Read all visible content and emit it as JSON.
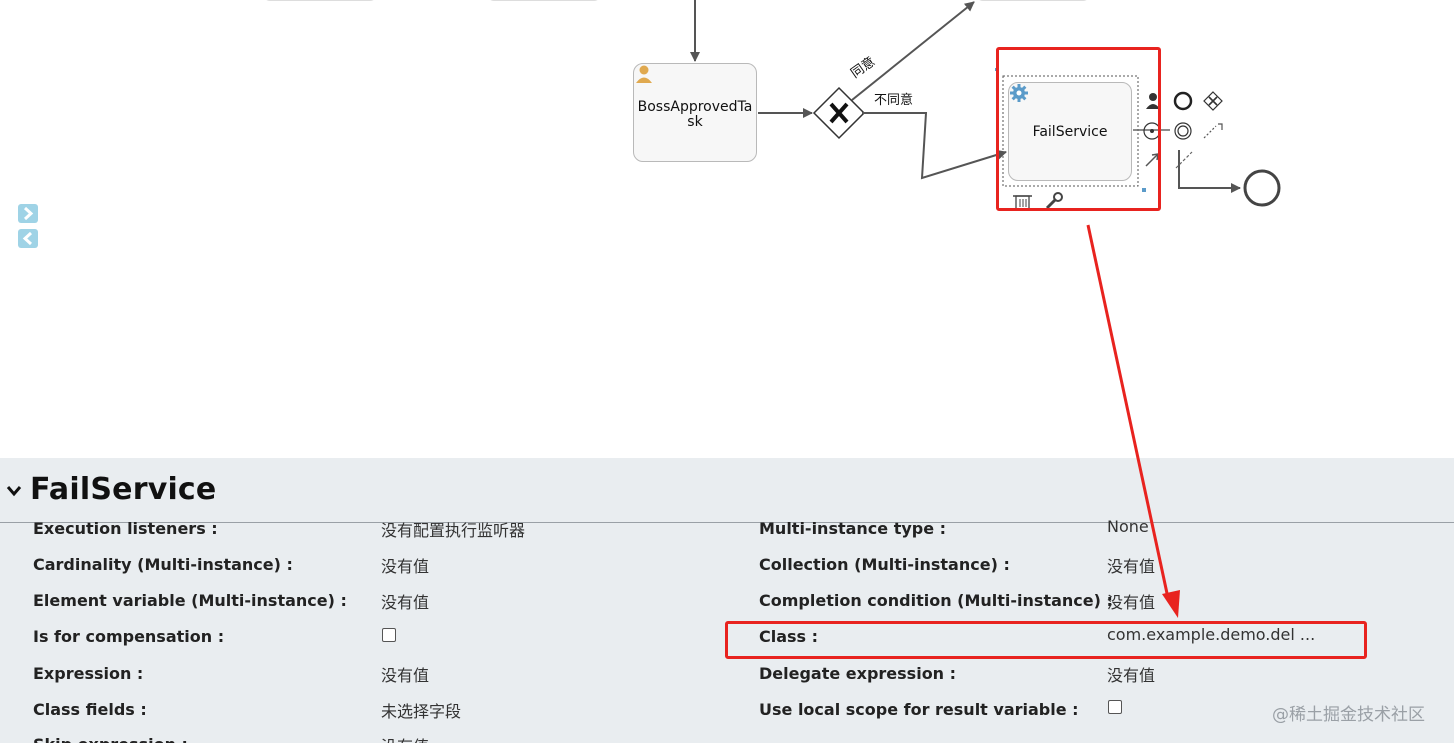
{
  "diagram": {
    "boss_task_label": "BossApprovedTask",
    "fail_task_label": "FailService",
    "flow_agree_label": "同意",
    "flow_disagree_label": "不同意"
  },
  "properties": {
    "title": "FailService",
    "left": [
      {
        "label": "Execution listeners :",
        "value": "没有配置执行监听器"
      },
      {
        "label": "Cardinality (Multi-instance) :",
        "value": "没有值"
      },
      {
        "label": "Element variable (Multi-instance) :",
        "value": "没有值"
      },
      {
        "label": "Is for compensation :",
        "value": "",
        "checkbox": true
      },
      {
        "label": "Expression :",
        "value": "没有值"
      },
      {
        "label": "Class fields :",
        "value": "未选择字段"
      },
      {
        "label": "Skip expression :",
        "value": "没有值"
      }
    ],
    "right": [
      {
        "label": "Multi-instance type :",
        "value": "None"
      },
      {
        "label": "Collection (Multi-instance) :",
        "value": "没有值"
      },
      {
        "label": "Completion condition (Multi-instance) :",
        "value": "没有值"
      },
      {
        "label": "Class :",
        "value": "com.example.demo.del ..."
      },
      {
        "label": "Delegate expression :",
        "value": "没有值"
      },
      {
        "label": "Use local scope for result variable :",
        "value": "",
        "checkbox": true
      }
    ]
  },
  "watermark": "@稀土掘金技术社区",
  "colors": {
    "highlight": "#e8231f",
    "panel_bg": "#e9edf0",
    "task_bg": "#f7f7f7",
    "flow": "#555555",
    "accent_icon": "#5b9bc9"
  }
}
